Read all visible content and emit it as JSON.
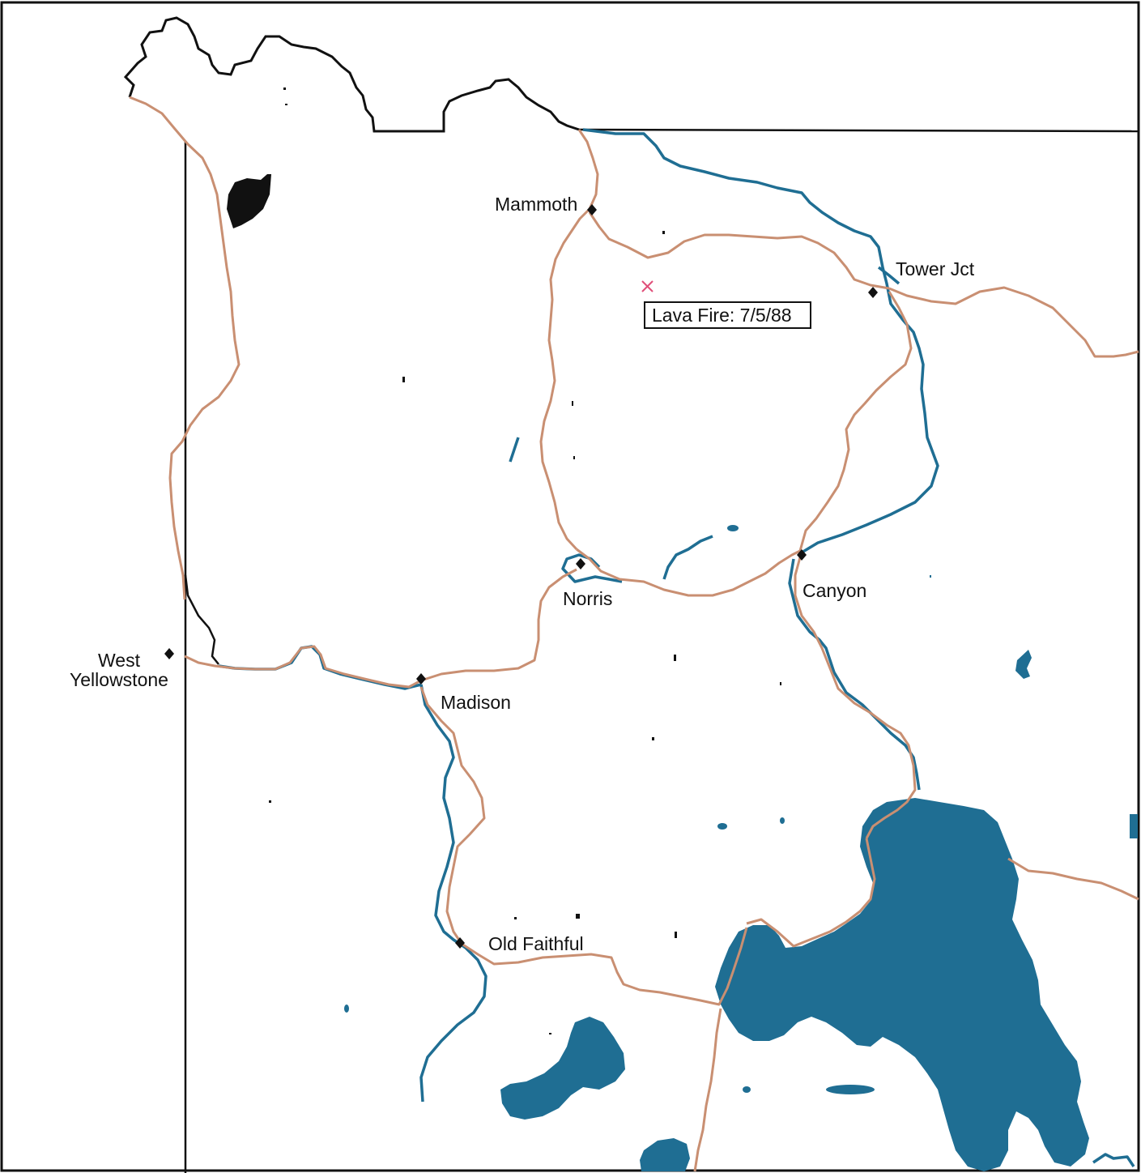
{
  "colors": {
    "background": "#ffffff",
    "boundary": "#111111",
    "road": "#c98f72",
    "water": "#1f6e93",
    "burn_scar": "#111111",
    "fire_marker": "#e0507a",
    "town_marker": "#111111"
  },
  "towns": [
    {
      "id": "mammoth",
      "label": "Mammoth"
    },
    {
      "id": "tower-jct",
      "label": "Tower Jct"
    },
    {
      "id": "norris",
      "label": "Norris"
    },
    {
      "id": "canyon",
      "label": "Canyon"
    },
    {
      "id": "west-yellowstone",
      "label_line1": "West",
      "label_line2": "Yellowstone"
    },
    {
      "id": "madison",
      "label": "Madison"
    },
    {
      "id": "old-faithful",
      "label": "Old Faithful"
    }
  ],
  "fire": {
    "label": "Lava Fire:  7/5/88",
    "marker_icon": "x-mark-icon"
  },
  "icons": {
    "town_marker": "diamond-icon",
    "fire_marker": "x-mark-icon"
  }
}
